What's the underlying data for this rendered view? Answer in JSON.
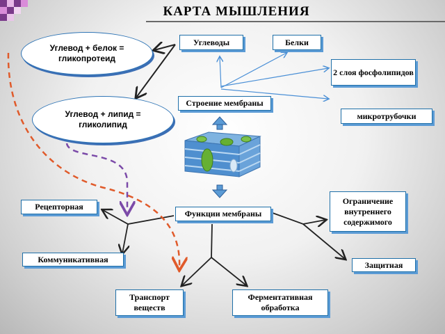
{
  "title": "КАРТА  МЫШЛЕНИЯ",
  "colors": {
    "accent": "#1e6fa8",
    "shadow": "#5b9bd5",
    "deco_pink": "#d98cd9",
    "deco_purple": "#7a3a8a",
    "arrow_red": "#e05a2a",
    "arrow_purple": "#7b4aa8",
    "arrow_blue": "#4a8fd6"
  },
  "ellipses": {
    "glycoprotein": "Углевод + белок = гликопротеид",
    "glycolipid": "Углевод + липид = гликолипид"
  },
  "structure": {
    "center": "Строение мембраны",
    "carbohydrates": "Углеводы",
    "proteins": "Белки",
    "phospholipids": "2 слоя фосфолипидов",
    "microtubules": "микротрубочки"
  },
  "functions": {
    "center": "Функции мембраны",
    "receptor": "Рецепторная",
    "communicative": "Коммуникативная",
    "limiting": "Ограничение внутреннего содержимого",
    "protective": "Защитная",
    "transport": "Транспорт веществ",
    "enzymatic": "Ферментативная обработка"
  }
}
